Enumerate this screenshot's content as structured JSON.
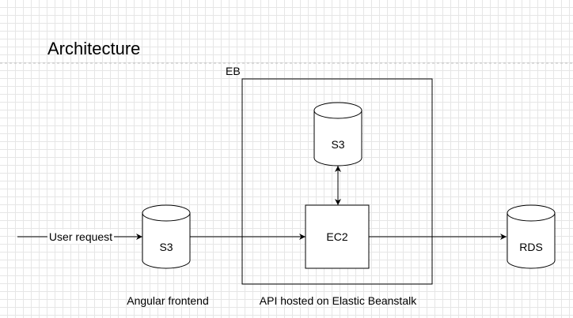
{
  "title": "Architecture",
  "container": {
    "label": "EB",
    "caption": "API hosted on Elastic Beanstalk"
  },
  "nodes": {
    "s3_frontend": {
      "label": "S3",
      "caption": "Angular frontend"
    },
    "s3_storage": {
      "label": "S3"
    },
    "ec2": {
      "label": "EC2"
    },
    "rds": {
      "label": "RDS"
    }
  },
  "edges": {
    "user_request": {
      "label": "User request"
    }
  }
}
